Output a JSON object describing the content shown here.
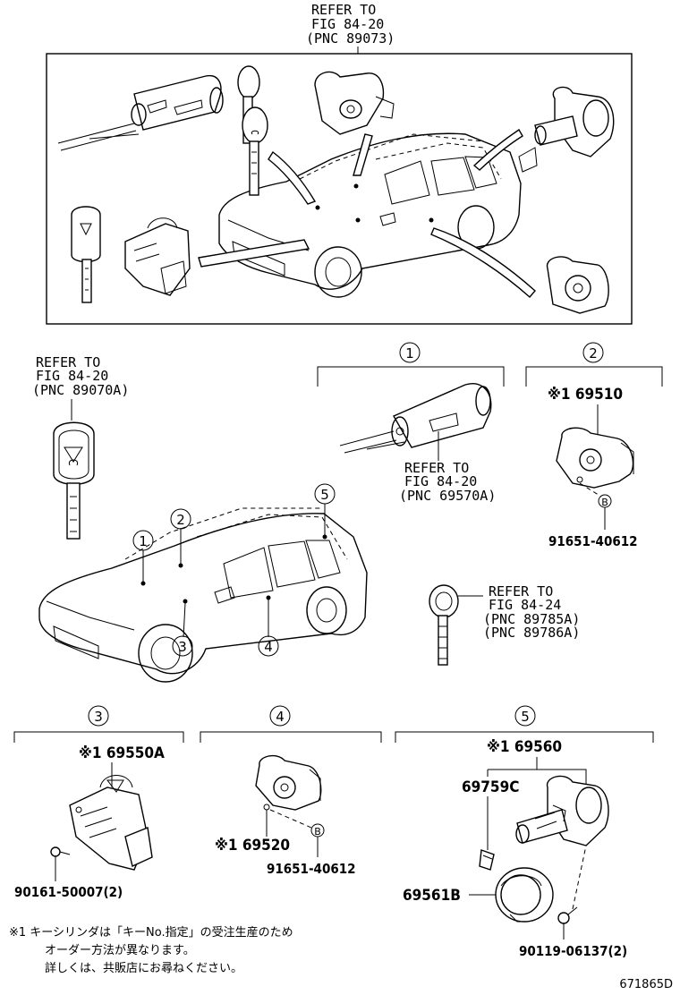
{
  "refs": {
    "top": [
      "REFER TO",
      "FIG 84-20",
      "(PNC 89073)"
    ],
    "key_left": [
      "REFER TO",
      "FIG 84-20",
      "(PNC 89070A)"
    ],
    "cyl1": [
      "REFER TO",
      "FIG 84-20",
      "(PNC 69570A)"
    ],
    "key_right": [
      "REFER TO",
      "FIG 84-24",
      "(PNC 89785A)",
      "(PNC 89786A)"
    ]
  },
  "group_numbers": [
    "1",
    "2",
    "3",
    "4",
    "5"
  ],
  "car_callouts": [
    "1",
    "2",
    "3",
    "4",
    "5"
  ],
  "circle_b": "B",
  "parts": {
    "p69510": "※1 69510",
    "p91651_a": "91651-40612",
    "p69550a": "※1 69550A",
    "p90161": "90161-50007(2)",
    "p69520": "※1 69520",
    "p91651_b": "91651-40612",
    "p69560": "※1 69560",
    "p69759c": "69759C",
    "p69561b": "69561B",
    "p90119": "90119-06137(2)"
  },
  "note": [
    "※1 キーシリンダは「キーNo.指定」の受注生産のため",
    "オーダー方法が異なります。",
    "詳しくは、共販店にお尋ねください。"
  ],
  "diagram_id": "671865D"
}
